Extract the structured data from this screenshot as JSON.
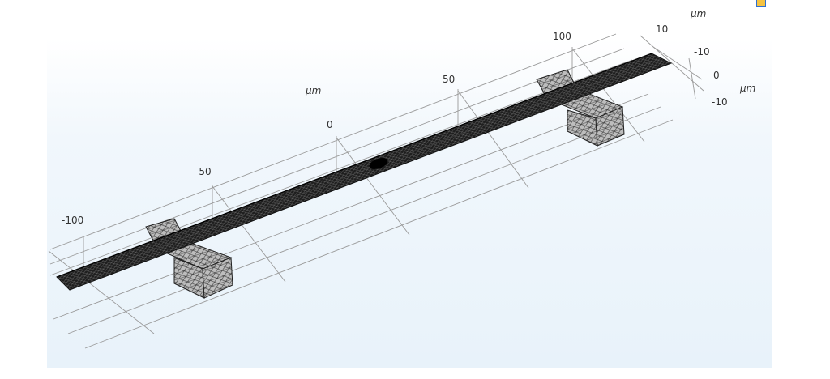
{
  "graphics": {
    "x_axis": {
      "unit": "µm",
      "ticks": [
        "-100",
        "-50",
        "0",
        "50",
        "100"
      ]
    },
    "z_axis": {
      "unit": "µm",
      "ticks": [
        "10"
      ]
    },
    "y_axis": {
      "unit": "µm",
      "ticks": [
        "-10",
        "0",
        "-10"
      ]
    }
  },
  "mesh": {
    "color": "#1a1a1a",
    "support_color": "#c8c8c8"
  },
  "icons": {
    "corner": "graphics-window-icon"
  }
}
